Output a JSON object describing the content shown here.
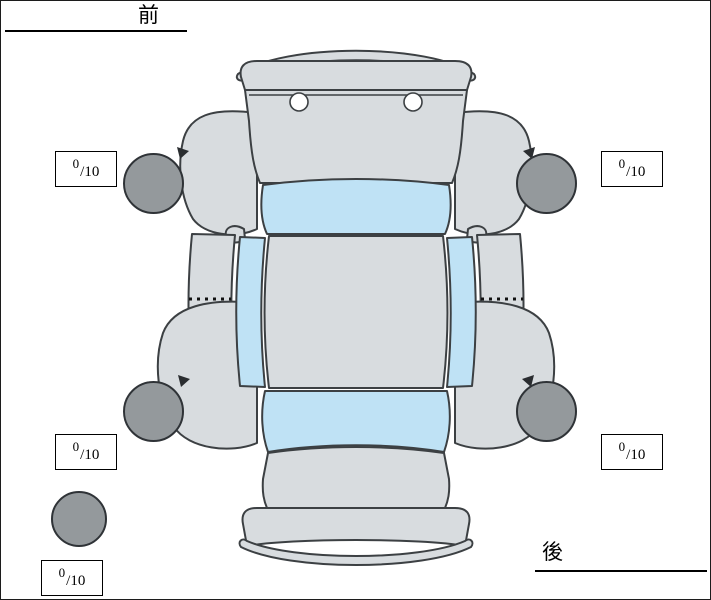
{
  "orientation": {
    "front_label": "前",
    "rear_label": "後"
  },
  "tire_scores": {
    "front_left": {
      "score": "0",
      "out_of": "/10"
    },
    "front_right": {
      "score": "0",
      "out_of": "/10"
    },
    "rear_left": {
      "score": "0",
      "out_of": "/10"
    },
    "rear_right": {
      "score": "0",
      "out_of": "/10"
    },
    "spare": {
      "score": "0",
      "out_of": "/10"
    }
  },
  "diagram": {
    "type": "car-top-view-tire-tread-diagram",
    "colors": {
      "body": "#d8dcdf",
      "outline": "#3c4043",
      "glass": "#bfe2f5",
      "tire": "#94999c",
      "text": "#000000",
      "background": "#ffffff"
    }
  }
}
